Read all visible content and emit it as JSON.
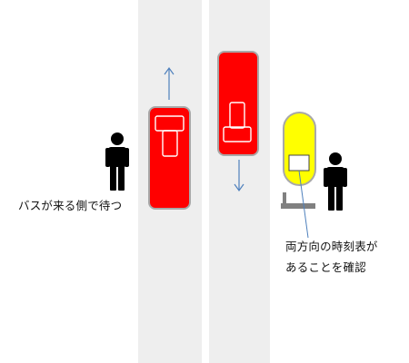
{
  "labels": {
    "wait_side": "バスが来る側で待つ",
    "check_line1": "両方向の時刻表が",
    "check_line2": "あることを確認"
  },
  "colors": {
    "road": "#eeeeee",
    "lane_marking": "#ffffff",
    "bus": "#ff0000",
    "bus_border": "#a8a8a8",
    "arrow": "#4f81bd",
    "stop_sign": "#ffff00",
    "stop_pole": "#808080",
    "person": "#000000"
  },
  "icons": [
    "bus-up",
    "bus-down",
    "up-arrow",
    "down-arrow",
    "bus-stop-sign",
    "person",
    "person"
  ]
}
